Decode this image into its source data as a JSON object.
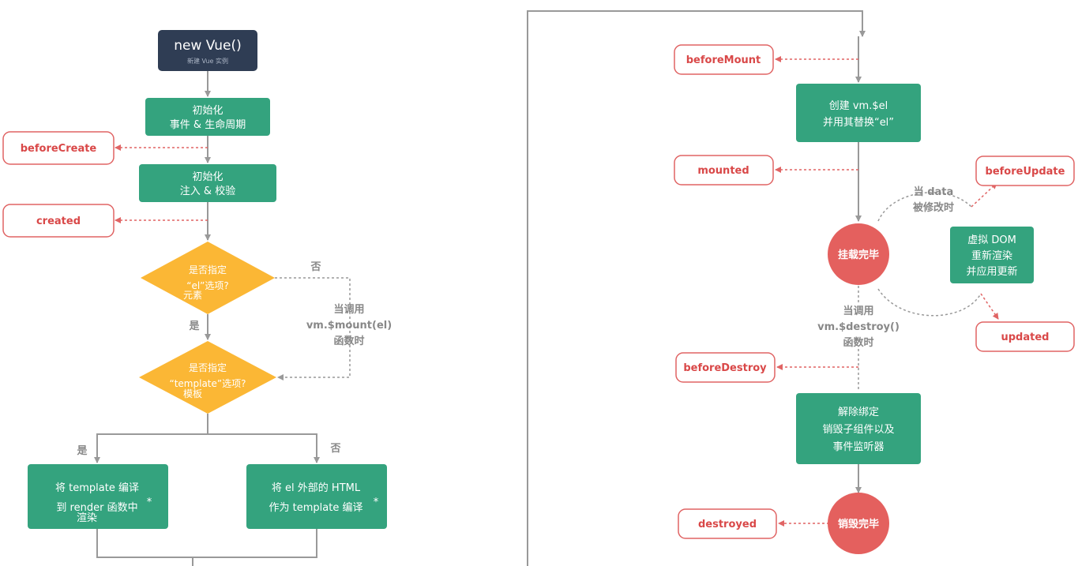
{
  "start": {
    "title": "new Vue()",
    "subtitle": "新建 Vue 实例"
  },
  "steps": {
    "init_events": [
      "初始化",
      "事件 & 生命周期"
    ],
    "init_inject": [
      "初始化",
      "注入 & 校验"
    ],
    "compile_template": [
      "将 template 编译",
      "到 render 函数中"
    ],
    "compile_template_note": "渲染",
    "compile_el": [
      "将 el 外部的 HTML",
      "作为 template 编译"
    ],
    "create_el": [
      "创建 vm.$el",
      "并用其替换“el”"
    ],
    "virtual_dom": [
      "虚拟 DOM",
      "重新渲染",
      "并应用更新"
    ],
    "teardown": [
      "解除绑定",
      "销毁子组件以及",
      "事件监听器"
    ]
  },
  "decisions": {
    "has_el": [
      "是否指定",
      "“el”选项?"
    ],
    "has_el_note": "元素",
    "has_template": [
      "是否指定",
      "“template”选项?"
    ],
    "has_template_note": "模板"
  },
  "labels": {
    "yes_1": "是",
    "no_1": "否",
    "yes_2": "是",
    "no_2": "否",
    "mount_call": [
      "当调用",
      "vm.$mount(el)",
      "函数时"
    ],
    "data_change": [
      "当 data",
      "被修改时"
    ],
    "destroy_call": [
      "当调用",
      "vm.$destroy()",
      "函数时"
    ],
    "asterisk": "*"
  },
  "states": {
    "mounted": "挂载完毕",
    "destroyed": "销毁完毕"
  },
  "hooks": {
    "beforeCreate": "beforeCreate",
    "created": "created",
    "beforeMount": "beforeMount",
    "mounted": "mounted",
    "beforeUpdate": "beforeUpdate",
    "updated": "updated",
    "beforeDestroy": "beforeDestroy",
    "destroyed": "destroyed"
  },
  "colors": {
    "green": "#34a37e",
    "navy": "#2f3d54",
    "orange": "#fbb735",
    "red": "#e4605e",
    "hook_text": "#d94848",
    "line": "#999999"
  }
}
